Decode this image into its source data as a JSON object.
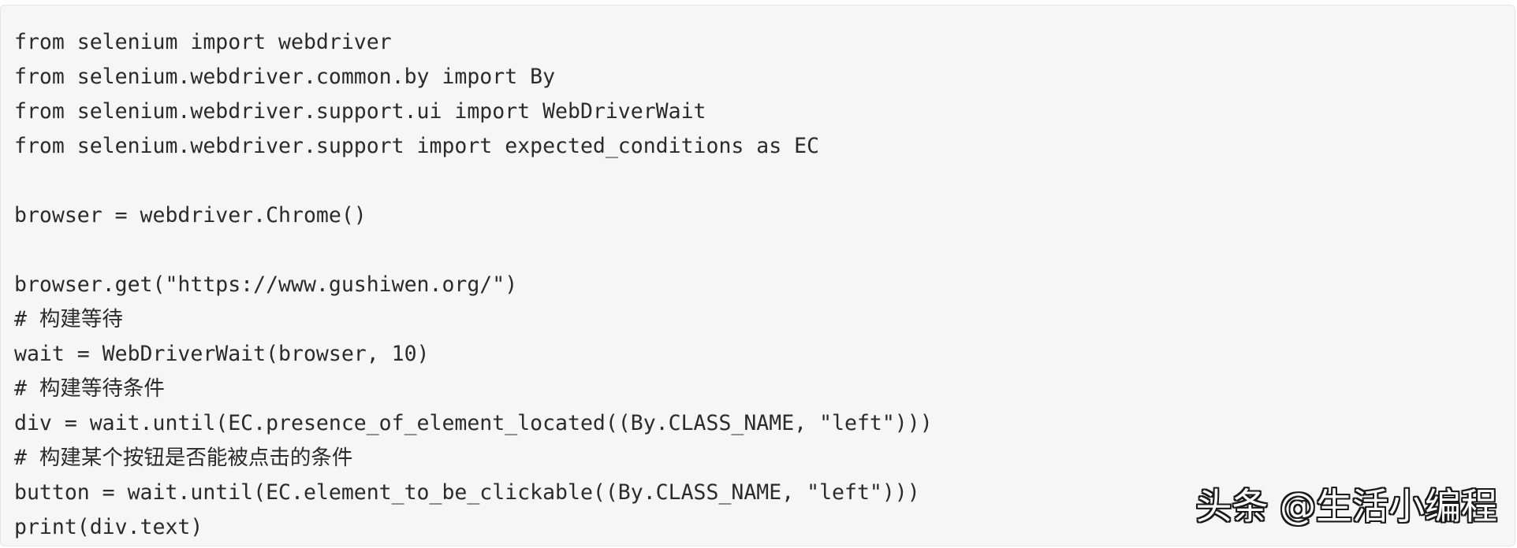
{
  "code": {
    "lines": [
      "from selenium import webdriver",
      "from selenium.webdriver.common.by import By",
      "from selenium.webdriver.support.ui import WebDriverWait",
      "from selenium.webdriver.support import expected_conditions as EC",
      "",
      "browser = webdriver.Chrome()",
      "",
      "browser.get(\"https://www.gushiwen.org/\")",
      "# 构建等待",
      "wait = WebDriverWait(browser, 10)",
      "# 构建等待条件",
      "div = wait.until(EC.presence_of_element_located((By.CLASS_NAME, \"left\")))",
      "# 构建某个按钮是否能被点击的条件",
      "button = wait.until(EC.element_to_be_clickable((By.CLASS_NAME, \"left\")))",
      "print(div.text)"
    ]
  },
  "watermark": {
    "text": "头条 @生活小编程"
  }
}
